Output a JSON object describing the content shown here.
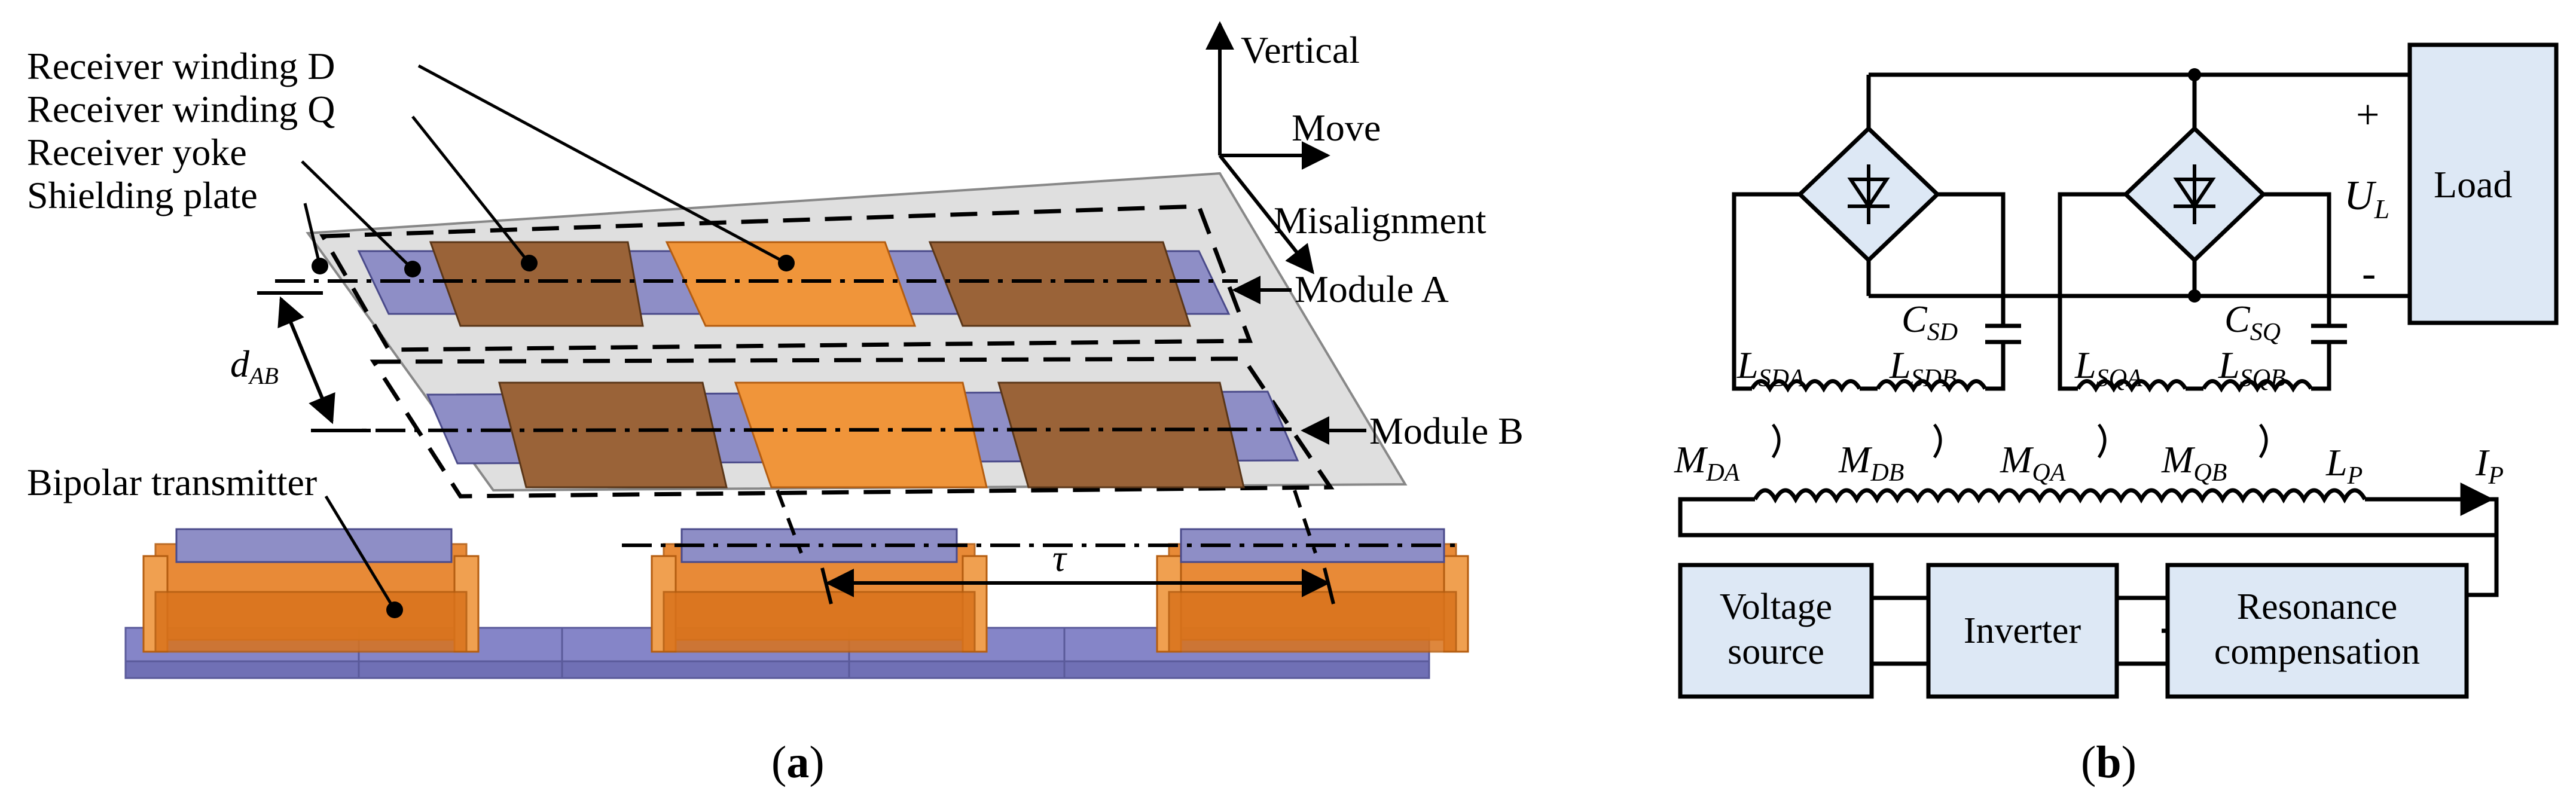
{
  "panel_a": {
    "caption_open": "(",
    "caption_letter": "a",
    "caption_close": ")",
    "labels": {
      "receiver_winding_d": "Receiver winding D",
      "receiver_winding_q": "Receiver winding Q",
      "receiver_yoke": "Receiver yoke",
      "shielding_plate": "Shielding plate",
      "vertical": "Vertical",
      "move": "Move",
      "misalignment": "Misalignment",
      "module_a": "Module A",
      "module_b": "Module B",
      "bipolar_transmitter": "Bipolar transmitter",
      "d_ab_main": "d",
      "d_ab_sub": "AB",
      "tau": "τ"
    }
  },
  "panel_b": {
    "caption_open": "(",
    "caption_letter": "b",
    "caption_close": ")",
    "load": "Load",
    "plus": "+",
    "minus": "-",
    "ul_main": "U",
    "ul_sub": "L",
    "csd_main": "C",
    "csd_sub": "SD",
    "csq_main": "C",
    "csq_sub": "SQ",
    "lsda_main": "L",
    "lsda_sub": "SDA",
    "lsdb_main": "L",
    "lsdb_sub": "SDB",
    "lsqa_main": "L",
    "lsqa_sub": "SQA",
    "lsqb_main": "L",
    "lsqb_sub": "SQB",
    "mda_main": "M",
    "mda_sub": "DA",
    "mdb_main": "M",
    "mdb_sub": "DB",
    "mqa_main": "M",
    "mqa_sub": "QA",
    "mqb_main": "M",
    "mqb_sub": "QB",
    "lp_main": "L",
    "lp_sub": "P",
    "ip_main": "I",
    "ip_sub": "P",
    "voltage_source_line1": "Voltage",
    "voltage_source_line2": "source",
    "inverter": "Inverter",
    "resonance_line1": "Resonance",
    "resonance_line2": "compensation"
  },
  "colors": {
    "shield": "#d9d9d9",
    "yoke": "#8e8ec6",
    "winding_d": "#f0953a",
    "winding_q": "#9a6338",
    "transmitter_core": "#e67e22",
    "transmitter_track": "#8585c8",
    "block_fill": "#dde8f5"
  }
}
